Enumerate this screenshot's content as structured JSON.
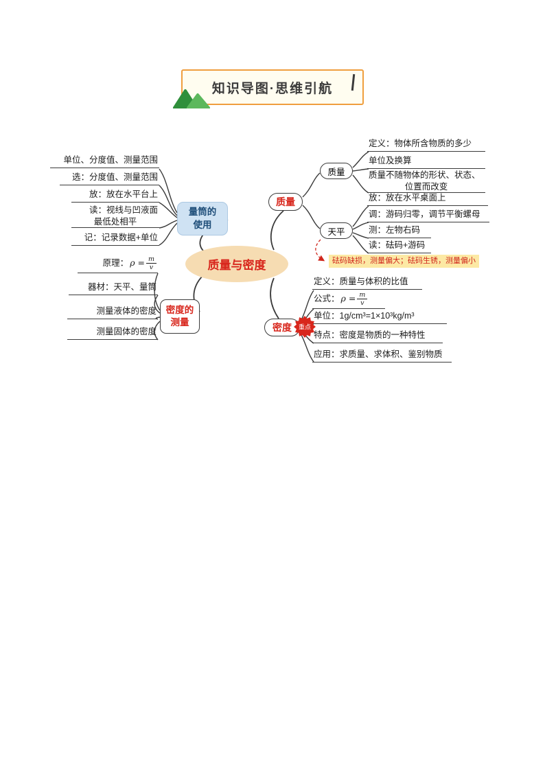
{
  "banner": {
    "title": "知识导图·思维引航"
  },
  "center": {
    "label": "质量与密度"
  },
  "mass": {
    "label": "质量",
    "sub_mass": {
      "label": "质量",
      "items": [
        {
          "text": "定义：物体所含物质的多少"
        },
        {
          "text": "单位及换算"
        },
        {
          "line1": "质量不随物体的形状、状态、",
          "line2": "位置而改变"
        }
      ]
    },
    "balance": {
      "label": "天平",
      "items": [
        {
          "text": "放：放在水平桌面上"
        },
        {
          "text": "调：游码归零，调节平衡螺母"
        },
        {
          "text": "测：左物右码"
        },
        {
          "text": "读：砝码+游码"
        }
      ]
    },
    "note": "砝码缺损，测量偏大；砝码生锈，测量偏小"
  },
  "cylinder": {
    "label1": "量筒的",
    "label2": "使用",
    "items": [
      {
        "text": "单位、分度值、测量范围"
      },
      {
        "text": "选：分度值、测量范围"
      },
      {
        "text": "放：放在水平台上"
      },
      {
        "line1": "读：视线与凹液面",
        "line2": "最低处相平"
      },
      {
        "text": "记：记录数据+单位"
      }
    ]
  },
  "densityMeasure": {
    "label1": "密度的",
    "label2": "测量",
    "items": [
      {
        "label": "原理：",
        "rho": "ρ =",
        "num": "m",
        "den": "v"
      },
      {
        "text": "器材：天平、量筒"
      },
      {
        "text": "测量液体的密度"
      },
      {
        "text": "测量固体的密度"
      }
    ]
  },
  "density": {
    "label": "密度",
    "badge": "重点",
    "items": [
      {
        "text": "定义：质量与体积的比值"
      },
      {
        "label": "公式：",
        "rho": "ρ =",
        "num": "m",
        "den": "v"
      },
      {
        "text": "单位：1g/cm³=1×10³kg/m³"
      },
      {
        "text": "特点：密度是物质的一种特性"
      },
      {
        "text": "应用：求质量、求体积、鉴别物质"
      }
    ]
  },
  "colors": {
    "accent_red": "#d8261c",
    "ellipse_fill": "#f6dcb2",
    "cylinder_node_fill": "#cfe2f3",
    "note_background": "#fce9a4",
    "banner_border": "#ef9e3e",
    "branch_line": "#3a3a3a"
  }
}
